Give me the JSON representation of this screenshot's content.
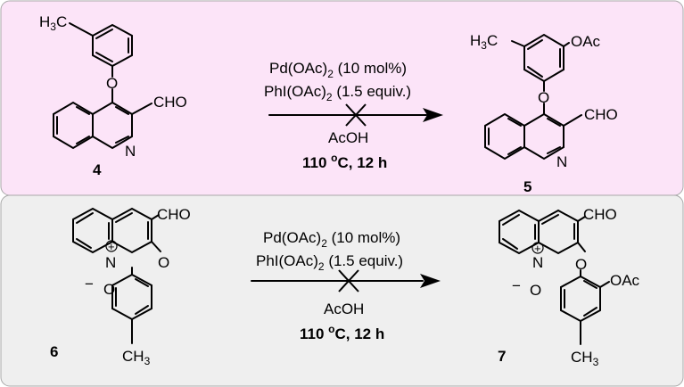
{
  "colors": {
    "top_panel": "#fce4f8",
    "bottom_panel": "#efefef",
    "border": "#a8a8a8",
    "ink": "#000000"
  },
  "labels": {
    "ch3": "CH3",
    "cho": "CHO",
    "oac": "OAc",
    "o": "O",
    "n": "N",
    "plus": "+",
    "minus": "−",
    "sub_3": "3"
  },
  "reactions": [
    {
      "reactant_number": "4",
      "product_number": "5",
      "catalyst": "Pd(OAc)2 (10 mol%)",
      "oxidant": "PhI(OAc)2 (1.5 equiv.)",
      "solvent": "AcOH",
      "conditions": "110 oC, 12 h"
    },
    {
      "reactant_number": "6",
      "product_number": "7",
      "catalyst": "Pd(OAc)2 (10 mol%)",
      "oxidant": "PhI(OAc)2 (1.5 equiv.)",
      "solvent": "AcOH",
      "conditions": "110 oC, 12 h"
    }
  ]
}
